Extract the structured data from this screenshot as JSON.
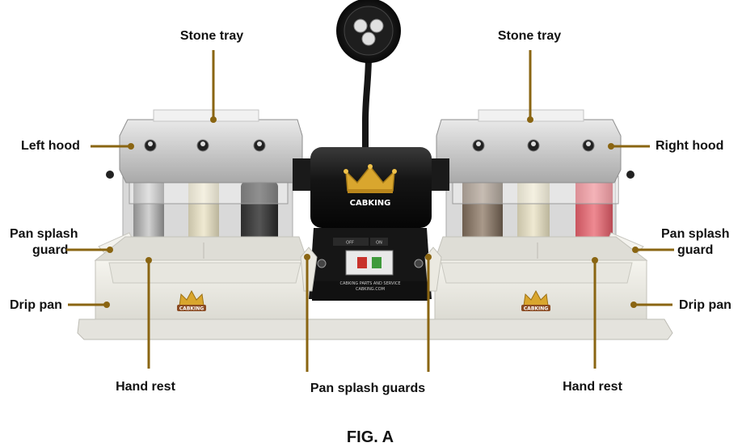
{
  "brand": {
    "motor_logo": "CABKING",
    "pan_logo": "CABKING",
    "plate_line1": "CABKING PARTS AND SERVICE",
    "plate_line2": "CABKING.COM",
    "switch_off": "OFF",
    "switch_on": "ON"
  },
  "labels": {
    "stone_tray_left": "Stone tray",
    "stone_tray_right": "Stone tray",
    "left_hood": "Left hood",
    "right_hood": "Right hood",
    "pan_splash_guard_left_1": "Pan splash",
    "pan_splash_guard_left_2": "guard",
    "pan_splash_guard_right_1": "Pan splash",
    "pan_splash_guard_right_2": "guard",
    "drip_pan_left": "Drip pan",
    "drip_pan_right": "Drip pan",
    "hand_rest_left": "Hand rest",
    "hand_rest_right": "Hand rest",
    "pan_splash_guards": "Pan splash guards"
  },
  "caption": "FIG. A",
  "colors": {
    "leader": "#8a6512",
    "steel": "#c8c8c8",
    "motor": "#141414",
    "pan": "#ecebe4",
    "crown_gold": "#d9a62e",
    "red_wheel": "#e06d76"
  }
}
